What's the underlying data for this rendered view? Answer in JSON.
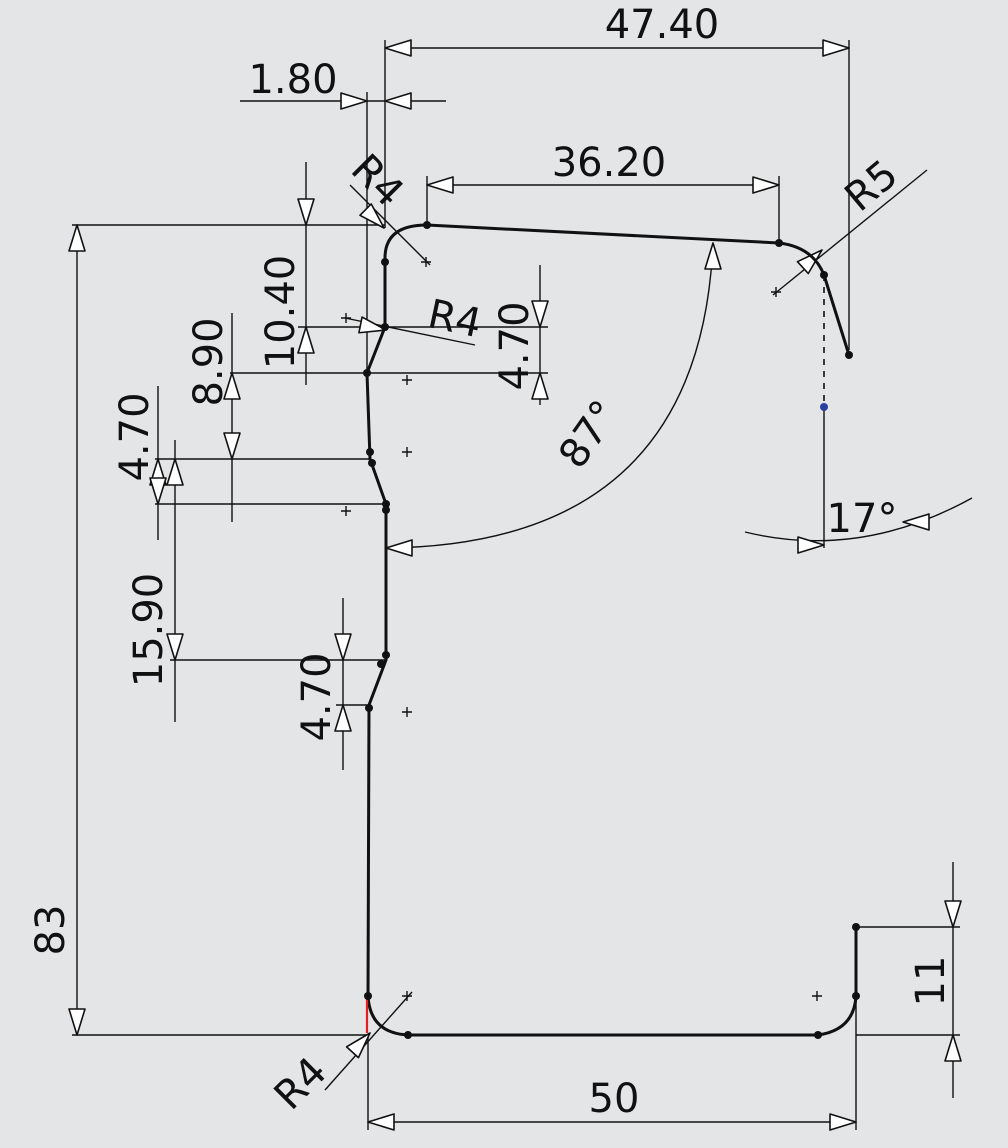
{
  "dimensions": {
    "overall_width": "47.40",
    "offset_left": "1.80",
    "top_edge_length": "36.20",
    "radius_top_right": "R5",
    "radius_top_left": "R4",
    "radius_inner": "R4",
    "height_a": "10.40",
    "height_b": "4.70",
    "height_c": "8.90",
    "height_d": "4.70",
    "height_e": "15.90",
    "height_f": "4.70",
    "angle_main": "87°",
    "angle_right": "17°",
    "total_height": "83",
    "right_lip": "11",
    "bottom_width": "50",
    "radius_bottom_left": "R4"
  },
  "colors": {
    "background": "#e4e5e7",
    "lines": "#111111",
    "highlight": "#e02020",
    "point": "#2a3fa0"
  }
}
